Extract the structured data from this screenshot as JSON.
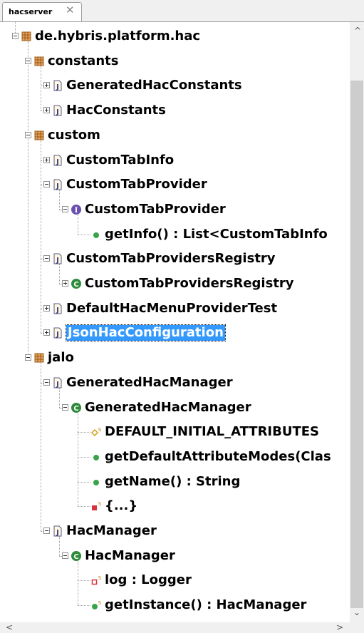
{
  "tab": {
    "label": "hacserver",
    "close": "✕"
  },
  "tree": [
    {
      "label": "de.hybris.platform.hac",
      "icon": "package-icon",
      "level": 0,
      "toggle": "minus",
      "name": "tree-node-de-hybris-platform-hac"
    },
    {
      "label": "constants",
      "icon": "package-icon",
      "level": 1,
      "toggle": "minus",
      "name": "tree-node-constants"
    },
    {
      "label": "GeneratedHacConstants",
      "icon": "java-file-icon",
      "level": 2,
      "toggle": "plus",
      "name": "tree-node-generated-hac-constants"
    },
    {
      "label": "HacConstants",
      "icon": "java-file-icon",
      "level": 2,
      "toggle": "plus",
      "name": "tree-node-hac-constants"
    },
    {
      "label": "custom",
      "icon": "package-icon",
      "level": 1,
      "toggle": "minus",
      "name": "tree-node-custom"
    },
    {
      "label": "CustomTabInfo",
      "icon": "java-file-icon",
      "level": 2,
      "toggle": "plus",
      "name": "tree-node-custom-tab-info"
    },
    {
      "label": "CustomTabProvider",
      "icon": "java-file-icon",
      "level": 2,
      "toggle": "minus",
      "name": "tree-node-custom-tab-provider-file"
    },
    {
      "label": "CustomTabProvider",
      "icon": "interface-icon",
      "level": 3,
      "toggle": "minus",
      "name": "tree-node-custom-tab-provider-interface"
    },
    {
      "label": "getInfo() : List<CustomTabInfo",
      "icon": "public-method-icon",
      "level": 4,
      "toggle": "none",
      "name": "tree-node-get-info"
    },
    {
      "label": "CustomTabProvidersRegistry",
      "icon": "java-file-icon",
      "level": 2,
      "toggle": "minus",
      "name": "tree-node-custom-tab-providers-registry-file"
    },
    {
      "label": "CustomTabProvidersRegistry",
      "icon": "class-icon",
      "level": 3,
      "toggle": "plus",
      "name": "tree-node-custom-tab-providers-registry-class"
    },
    {
      "label": "DefaultHacMenuProviderTest",
      "icon": "java-file-icon",
      "level": 2,
      "toggle": "plus",
      "name": "tree-node-default-hac-menu-provider-test"
    },
    {
      "label": "JsonHacConfiguration",
      "icon": "java-file-icon",
      "level": 2,
      "toggle": "plus",
      "selected": true,
      "name": "tree-node-json-hac-configuration"
    },
    {
      "label": "jalo",
      "icon": "package-icon",
      "level": 1,
      "toggle": "minus",
      "name": "tree-node-jalo"
    },
    {
      "label": "GeneratedHacManager",
      "icon": "java-file-icon",
      "level": 2,
      "toggle": "minus",
      "name": "tree-node-generated-hac-manager-file"
    },
    {
      "label": "GeneratedHacManager",
      "icon": "class-icon",
      "level": 3,
      "toggle": "minus",
      "name": "tree-node-generated-hac-manager-class"
    },
    {
      "label": "DEFAULT_INITIAL_ATTRIBUTES",
      "icon": "static-field-icon",
      "level": 4,
      "toggle": "none",
      "name": "tree-node-default-initial-attributes"
    },
    {
      "label": "getDefaultAttributeModes(Clas",
      "icon": "public-method-icon",
      "level": 4,
      "toggle": "none",
      "name": "tree-node-get-default-attribute-modes"
    },
    {
      "label": "getName() : String",
      "icon": "public-method-icon",
      "level": 4,
      "toggle": "none",
      "name": "tree-node-get-name"
    },
    {
      "label": "{...}",
      "icon": "static-initializer-icon",
      "level": 4,
      "toggle": "none",
      "name": "tree-node-static-initializer"
    },
    {
      "label": "HacManager",
      "icon": "java-file-icon",
      "level": 2,
      "toggle": "minus",
      "name": "tree-node-hac-manager-file"
    },
    {
      "label": "HacManager",
      "icon": "class-icon",
      "level": 3,
      "toggle": "minus",
      "name": "tree-node-hac-manager-class"
    },
    {
      "label": "log : Logger",
      "icon": "private-static-field-icon",
      "level": 4,
      "toggle": "none",
      "name": "tree-node-log"
    },
    {
      "label": "getInstance() : HacManager",
      "icon": "public-static-method-icon",
      "level": 4,
      "toggle": "none",
      "name": "tree-node-get-instance"
    }
  ],
  "scroll": {
    "up": "^",
    "down": "⌄",
    "left": "<",
    "right": ">"
  }
}
